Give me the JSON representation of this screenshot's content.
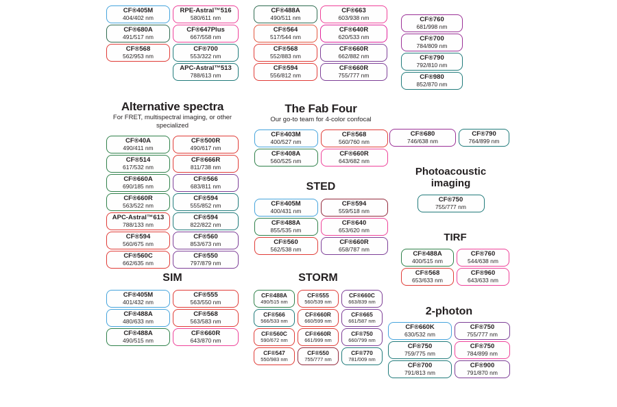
{
  "page": {
    "background": "#ffffff",
    "text_color": "#231f20"
  },
  "palette": {
    "blue": "#44a3dc",
    "green": "#2e8049",
    "darkgreen": "#2d6a4f",
    "teal": "#1f7a7a",
    "red": "#e03a35",
    "redorange": "#e2553b",
    "pink": "#ee4098",
    "magenta": "#e0219a",
    "purple": "#7c3d96",
    "maroon": "#93283b",
    "violet": "#9a2f96"
  },
  "sections": [
    {
      "key": "top-a",
      "title": "",
      "subtitle": "",
      "columns": [
        {
          "badges": [
            {
              "name": "CF®405M",
              "value": "404/402 nm",
              "color": "blue"
            },
            {
              "name": "CF®680A",
              "value": "491/517 nm",
              "color": "darkgreen"
            },
            {
              "name": "CF®568",
              "value": "562/953 nm",
              "color": "red"
            }
          ]
        },
        {
          "badges": [
            {
              "name": "RPE-Astral™516",
              "value": "580/611 nm",
              "color": "pink"
            },
            {
              "name": "CF®647Plus",
              "value": "667/558 nm",
              "color": "pink"
            },
            {
              "name": "CF®700",
              "value": "553/322 nm",
              "color": "teal"
            },
            {
              "name": "APC-Astral™513",
              "value": "788/613 nm",
              "color": "teal"
            }
          ]
        }
      ]
    },
    {
      "key": "top-b",
      "title": "",
      "subtitle": "",
      "columns": [
        {
          "badges": [
            {
              "name": "CF®488A",
              "value": "490/511 nm",
              "color": "darkgreen"
            },
            {
              "name": "CF®564",
              "value": "517/544 nm",
              "color": "redorange"
            },
            {
              "name": "CF®568",
              "value": "552/883 nm",
              "color": "red"
            },
            {
              "name": "CF®594",
              "value": "556/812 nm",
              "color": "red"
            }
          ]
        },
        {
          "badges": [
            {
              "name": "CF®663",
              "value": "603/938 nm",
              "color": "pink"
            },
            {
              "name": "CF®640R",
              "value": "620/533 nm",
              "color": "magenta"
            },
            {
              "name": "CF®660R",
              "value": "662/882 nm",
              "color": "purple"
            },
            {
              "name": "CF®660R",
              "value": "755/777 nm",
              "color": "purple"
            }
          ]
        }
      ]
    },
    {
      "key": "top-c",
      "title": "",
      "subtitle": "",
      "columns": [
        {
          "badges": [
            {
              "name": "CF®760",
              "value": "681/998 nm",
              "color": "violet"
            },
            {
              "name": "CF®700",
              "value": "784/809 nm",
              "color": "violet"
            },
            {
              "name": "CF®790",
              "value": "792/810 nm",
              "color": "teal"
            },
            {
              "name": "CF®980",
              "value": "852/870 nm",
              "color": "teal"
            }
          ]
        }
      ]
    },
    {
      "key": "alt",
      "title": "Alternative spectra",
      "subtitle": "For FRET, multispectral imaging, or other specialized",
      "columns": [
        {
          "badges": [
            {
              "name": "CF®40A",
              "value": "490/411 nm",
              "color": "green"
            },
            {
              "name": "CF®514",
              "value": "617/532 nm",
              "color": "green"
            },
            {
              "name": "CF®660A",
              "value": "690/185 nm",
              "color": "green"
            },
            {
              "name": "CF®660R",
              "value": "563/522 nm",
              "color": "green"
            },
            {
              "name": "APC-Astral™613",
              "value": "788/133 nm",
              "color": "red"
            },
            {
              "name": "CF®594",
              "value": "560/675 nm",
              "color": "red"
            },
            {
              "name": "CF®560C",
              "value": "662/635 nm",
              "color": "red"
            }
          ]
        },
        {
          "badges": [
            {
              "name": "CF®500R",
              "value": "490/617 nm",
              "color": "red"
            },
            {
              "name": "CF®666R",
              "value": "811/738 nm",
              "color": "red"
            },
            {
              "name": "CF®566",
              "value": "683/811 nm",
              "color": "purple"
            },
            {
              "name": "CF®594",
              "value": "555/852 nm",
              "color": "teal"
            },
            {
              "name": "CF®594",
              "value": "822/822 nm",
              "color": "teal"
            },
            {
              "name": "CF®560",
              "value": "853/673 nm",
              "color": "purple"
            },
            {
              "name": "CF®550",
              "value": "797/879 nm",
              "color": "purple"
            }
          ]
        }
      ]
    },
    {
      "key": "fabfour",
      "title": "The Fab Four",
      "subtitle": "Our go-to team for 4-color confocal",
      "columns": [
        {
          "badges": [
            {
              "name": "CF®403M",
              "value": "400/527 nm",
              "color": "blue"
            },
            {
              "name": "CF®408A",
              "value": "560/525 nm",
              "color": "green"
            }
          ]
        },
        {
          "badges": [
            {
              "name": "CF®568",
              "value": "560/760 nm",
              "color": "red"
            },
            {
              "name": "CF®660R",
              "value": "643/682 nm",
              "color": "pink"
            }
          ]
        }
      ]
    },
    {
      "key": "sted",
      "title": "STED",
      "subtitle": "",
      "columns": [
        {
          "badges": [
            {
              "name": "CF®405M",
              "value": "400/431 nm",
              "color": "blue"
            },
            {
              "name": "CF®488A",
              "value": "855/535 nm",
              "color": "green"
            },
            {
              "name": "CF®560",
              "value": "562/538 nm",
              "color": "red"
            }
          ]
        },
        {
          "badges": [
            {
              "name": "CF®594",
              "value": "559/518 nm",
              "color": "maroon"
            },
            {
              "name": "CF®640",
              "value": "653/620 nm",
              "color": "pink"
            },
            {
              "name": "CF®660R",
              "value": "658/787 nm",
              "color": "purple"
            }
          ]
        }
      ]
    },
    {
      "key": "sim",
      "title": "SIM",
      "subtitle": "",
      "columns": [
        {
          "badges": [
            {
              "name": "CF®405M",
              "value": "401/432 nm",
              "color": "blue"
            },
            {
              "name": "CF®488A",
              "value": "480/633 nm",
              "color": "blue"
            },
            {
              "name": "CF®488A",
              "value": "490/515 nm",
              "color": "green"
            }
          ]
        },
        {
          "badges": [
            {
              "name": "CF®555",
              "value": "563/550 nm",
              "color": "red"
            },
            {
              "name": "CF®568",
              "value": "563/583 nm",
              "color": "red"
            },
            {
              "name": "CF®660R",
              "value": "643/870 nm",
              "color": "pink"
            }
          ]
        }
      ]
    },
    {
      "key": "storm",
      "title": "STORM",
      "subtitle": "",
      "columns": [
        {
          "badges": [
            {
              "name": "CF®488A",
              "value": "490/515 nm",
              "color": "green"
            },
            {
              "name": "CF®566",
              "value": "566/533 nm",
              "color": "teal"
            },
            {
              "name": "CF®560C",
              "value": "590/672 nm",
              "color": "red"
            },
            {
              "name": "CF®547",
              "value": "550/983 nm",
              "color": "red"
            }
          ]
        },
        {
          "badges": [
            {
              "name": "CF®555",
              "value": "560/539 nm",
              "color": "red"
            },
            {
              "name": "CF®660R",
              "value": "660/599 nm",
              "color": "red"
            },
            {
              "name": "CF®660R",
              "value": "661/999 nm",
              "color": "red"
            },
            {
              "name": "CF®550",
              "value": "755/777 nm",
              "color": "maroon"
            }
          ]
        },
        {
          "badges": [
            {
              "name": "CF®660C",
              "value": "663/839 nm",
              "color": "purple"
            },
            {
              "name": "CF®665",
              "value": "661/587 nm",
              "color": "purple"
            },
            {
              "name": "CF®750",
              "value": "660/799 nm",
              "color": "purple"
            },
            {
              "name": "CF®770",
              "value": "781/009 nm",
              "color": "teal"
            }
          ]
        }
      ]
    },
    {
      "key": "pair",
      "title": "",
      "subtitle": "",
      "columns": [
        {
          "badges": [
            {
              "name": "CF®680",
              "value": "746/638 nm",
              "color": "violet"
            }
          ]
        },
        {
          "badges": [
            {
              "name": "CF®790",
              "value": "764/899 nm",
              "color": "teal"
            }
          ]
        }
      ]
    },
    {
      "key": "photo",
      "title": "Photoacoustic imaging",
      "subtitle": "",
      "columns": [
        {
          "badges": [
            {
              "name": "CF®750",
              "value": "755/777 nm",
              "color": "teal"
            }
          ]
        }
      ]
    },
    {
      "key": "tirf",
      "title": "TIRF",
      "subtitle": "",
      "columns": [
        {
          "badges": [
            {
              "name": "CF®488A",
              "value": "400/515 nm",
              "color": "green"
            },
            {
              "name": "CF®568",
              "value": "653/633 nm",
              "color": "red"
            }
          ]
        },
        {
          "badges": [
            {
              "name": "CF®760",
              "value": "544/638 nm",
              "color": "pink"
            },
            {
              "name": "CF®960",
              "value": "643/633 nm",
              "color": "pink"
            }
          ]
        }
      ]
    },
    {
      "key": "twophoton",
      "title": "2-photon",
      "subtitle": "",
      "columns": [
        {
          "badges": [
            {
              "name": "CF®660K",
              "value": "630/532 nm",
              "color": "blue"
            },
            {
              "name": "CF®750",
              "value": "759/775 nm",
              "color": "teal"
            },
            {
              "name": "CF®700",
              "value": "791/813 nm",
              "color": "teal"
            }
          ]
        },
        {
          "badges": [
            {
              "name": "CF®750",
              "value": "755/777 nm",
              "color": "purple"
            },
            {
              "name": "CF®750",
              "value": "784/899 nm",
              "color": "pink"
            },
            {
              "name": "CF®900",
              "value": "791/870 nm",
              "color": "purple"
            }
          ]
        }
      ]
    }
  ]
}
